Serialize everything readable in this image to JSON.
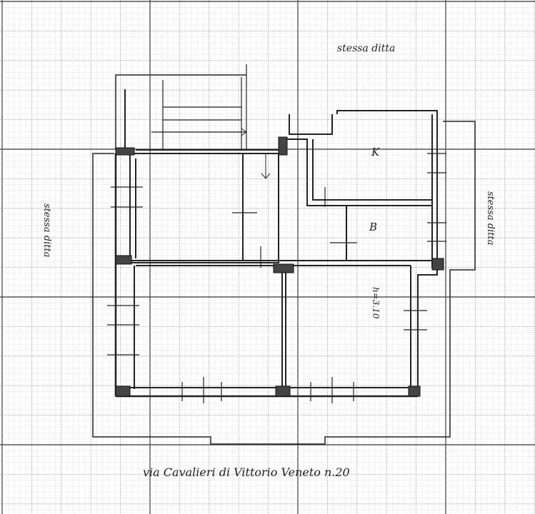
{
  "labels": {
    "top_neighbor": "stessa ditta",
    "left_neighbor": "stessa ditta",
    "right_neighbor": "stessa ditta",
    "kitchen": "K",
    "bathroom": "B",
    "height": "h=3.10",
    "address": "via Cavalieri di Vittorio Veneto n.20"
  },
  "colors": {
    "ink": "#222222",
    "grid_fine": "#c8c8c8",
    "grid_major": "#555555"
  }
}
